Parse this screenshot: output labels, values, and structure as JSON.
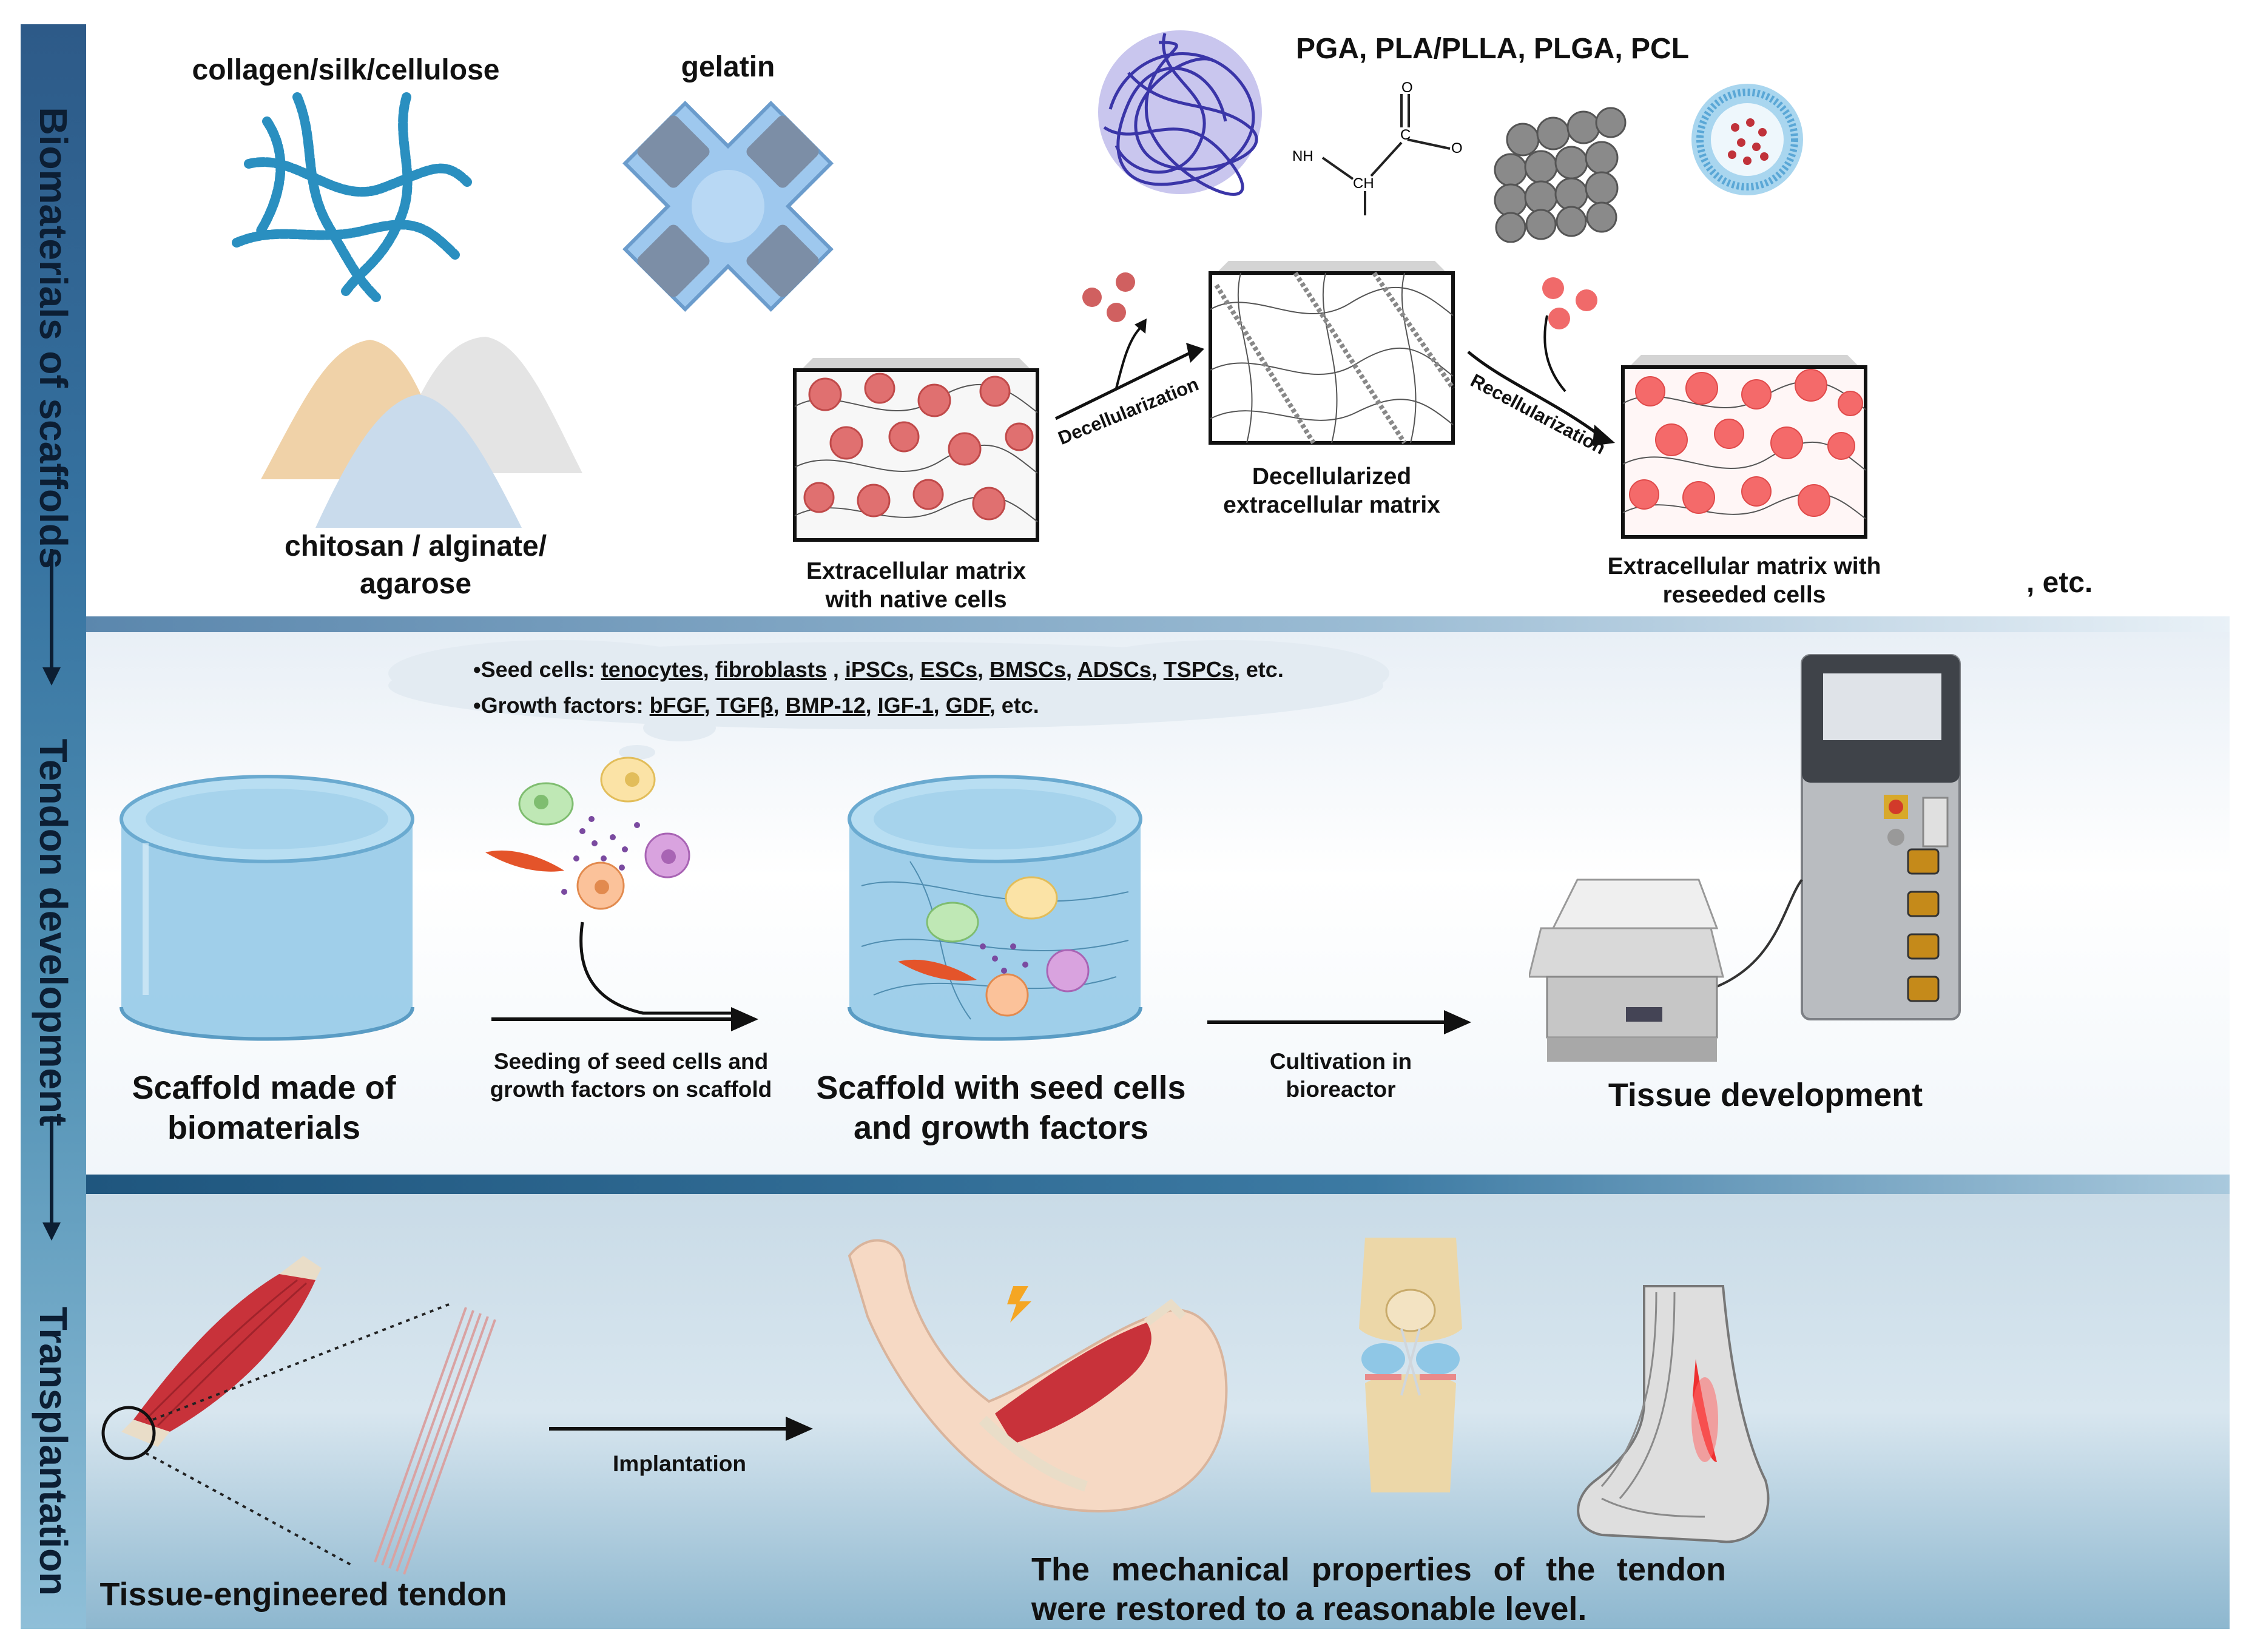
{
  "side_labels": {
    "biomaterials": "Biomaterials of scaffolds",
    "tendon_development": "Tendon development",
    "transplantation": "Transplantation"
  },
  "section1": {
    "collagen": "collagen/silk/cellulose",
    "gelatin": "gelatin",
    "chitosan_line1": "chitosan / alginate/",
    "chitosan_line2": "agarose",
    "synthetic": "PGA, PLA/PLLA, PLGA, PCL",
    "ecm_native_line1": "Extracellular matrix",
    "ecm_native_line2": "with native cells",
    "decell_arrow": "Decellularization",
    "decell_line1": "Decellularized",
    "decell_line2": "extracellular matrix",
    "recell_arrow": "Recellularization",
    "reseeded_line1": "Extracellular matrix with",
    "reseeded_line2": "reseeded cells",
    "etc": ", etc.",
    "chem": {
      "o_top": "O",
      "c": "C",
      "o_minus": "O",
      "nh": "NH",
      "ch": "CH"
    }
  },
  "section2": {
    "seed_prefix": "•Seed cells: ",
    "seed_items": [
      "tenocytes",
      "fibroblasts",
      "iPSCs",
      "ESCs",
      "BMSCs",
      "ADSCs",
      "TSPCs"
    ],
    "seed_sep": [
      ", ",
      " , ",
      ", ",
      ", ",
      ", ",
      ", "
    ],
    "seed_suffix": ", etc.",
    "growth_prefix": "•Growth factors: ",
    "growth_items": [
      "bFGF",
      "TGFβ",
      "BMP-12",
      "IGF-1",
      "GDF"
    ],
    "growth_sep": [
      ", ",
      ", ",
      ", ",
      ", "
    ],
    "growth_suffix": ", etc.",
    "scaffold_line1": "Scaffold made of",
    "scaffold_line2": "biomaterials",
    "seeding_line1": "Seeding of seed cells and",
    "seeding_line2": "growth factors on scaffold",
    "scaffold_seed_line1": "Scaffold with seed cells",
    "scaffold_seed_line2": "and growth factors",
    "cultivation_line1": "Cultivation in",
    "cultivation_line2": "bioreactor",
    "tissue_dev": "Tissue development"
  },
  "section3": {
    "tissue_tendon": "Tissue-engineered tendon",
    "implantation": "Implantation",
    "conclusion_line1": "The mechanical properties of the tendon",
    "conclusion_line2": "were restored to a reasonable level."
  },
  "colors": {
    "sidebar_top": "#2d5a88",
    "sidebar_bottom": "#8fbfd8",
    "fiber_blue": "#2a8fc0",
    "cell_red": "#e25a5a",
    "scaffold_blue": "#8fc7e6",
    "muscle_red": "#c8323a"
  }
}
